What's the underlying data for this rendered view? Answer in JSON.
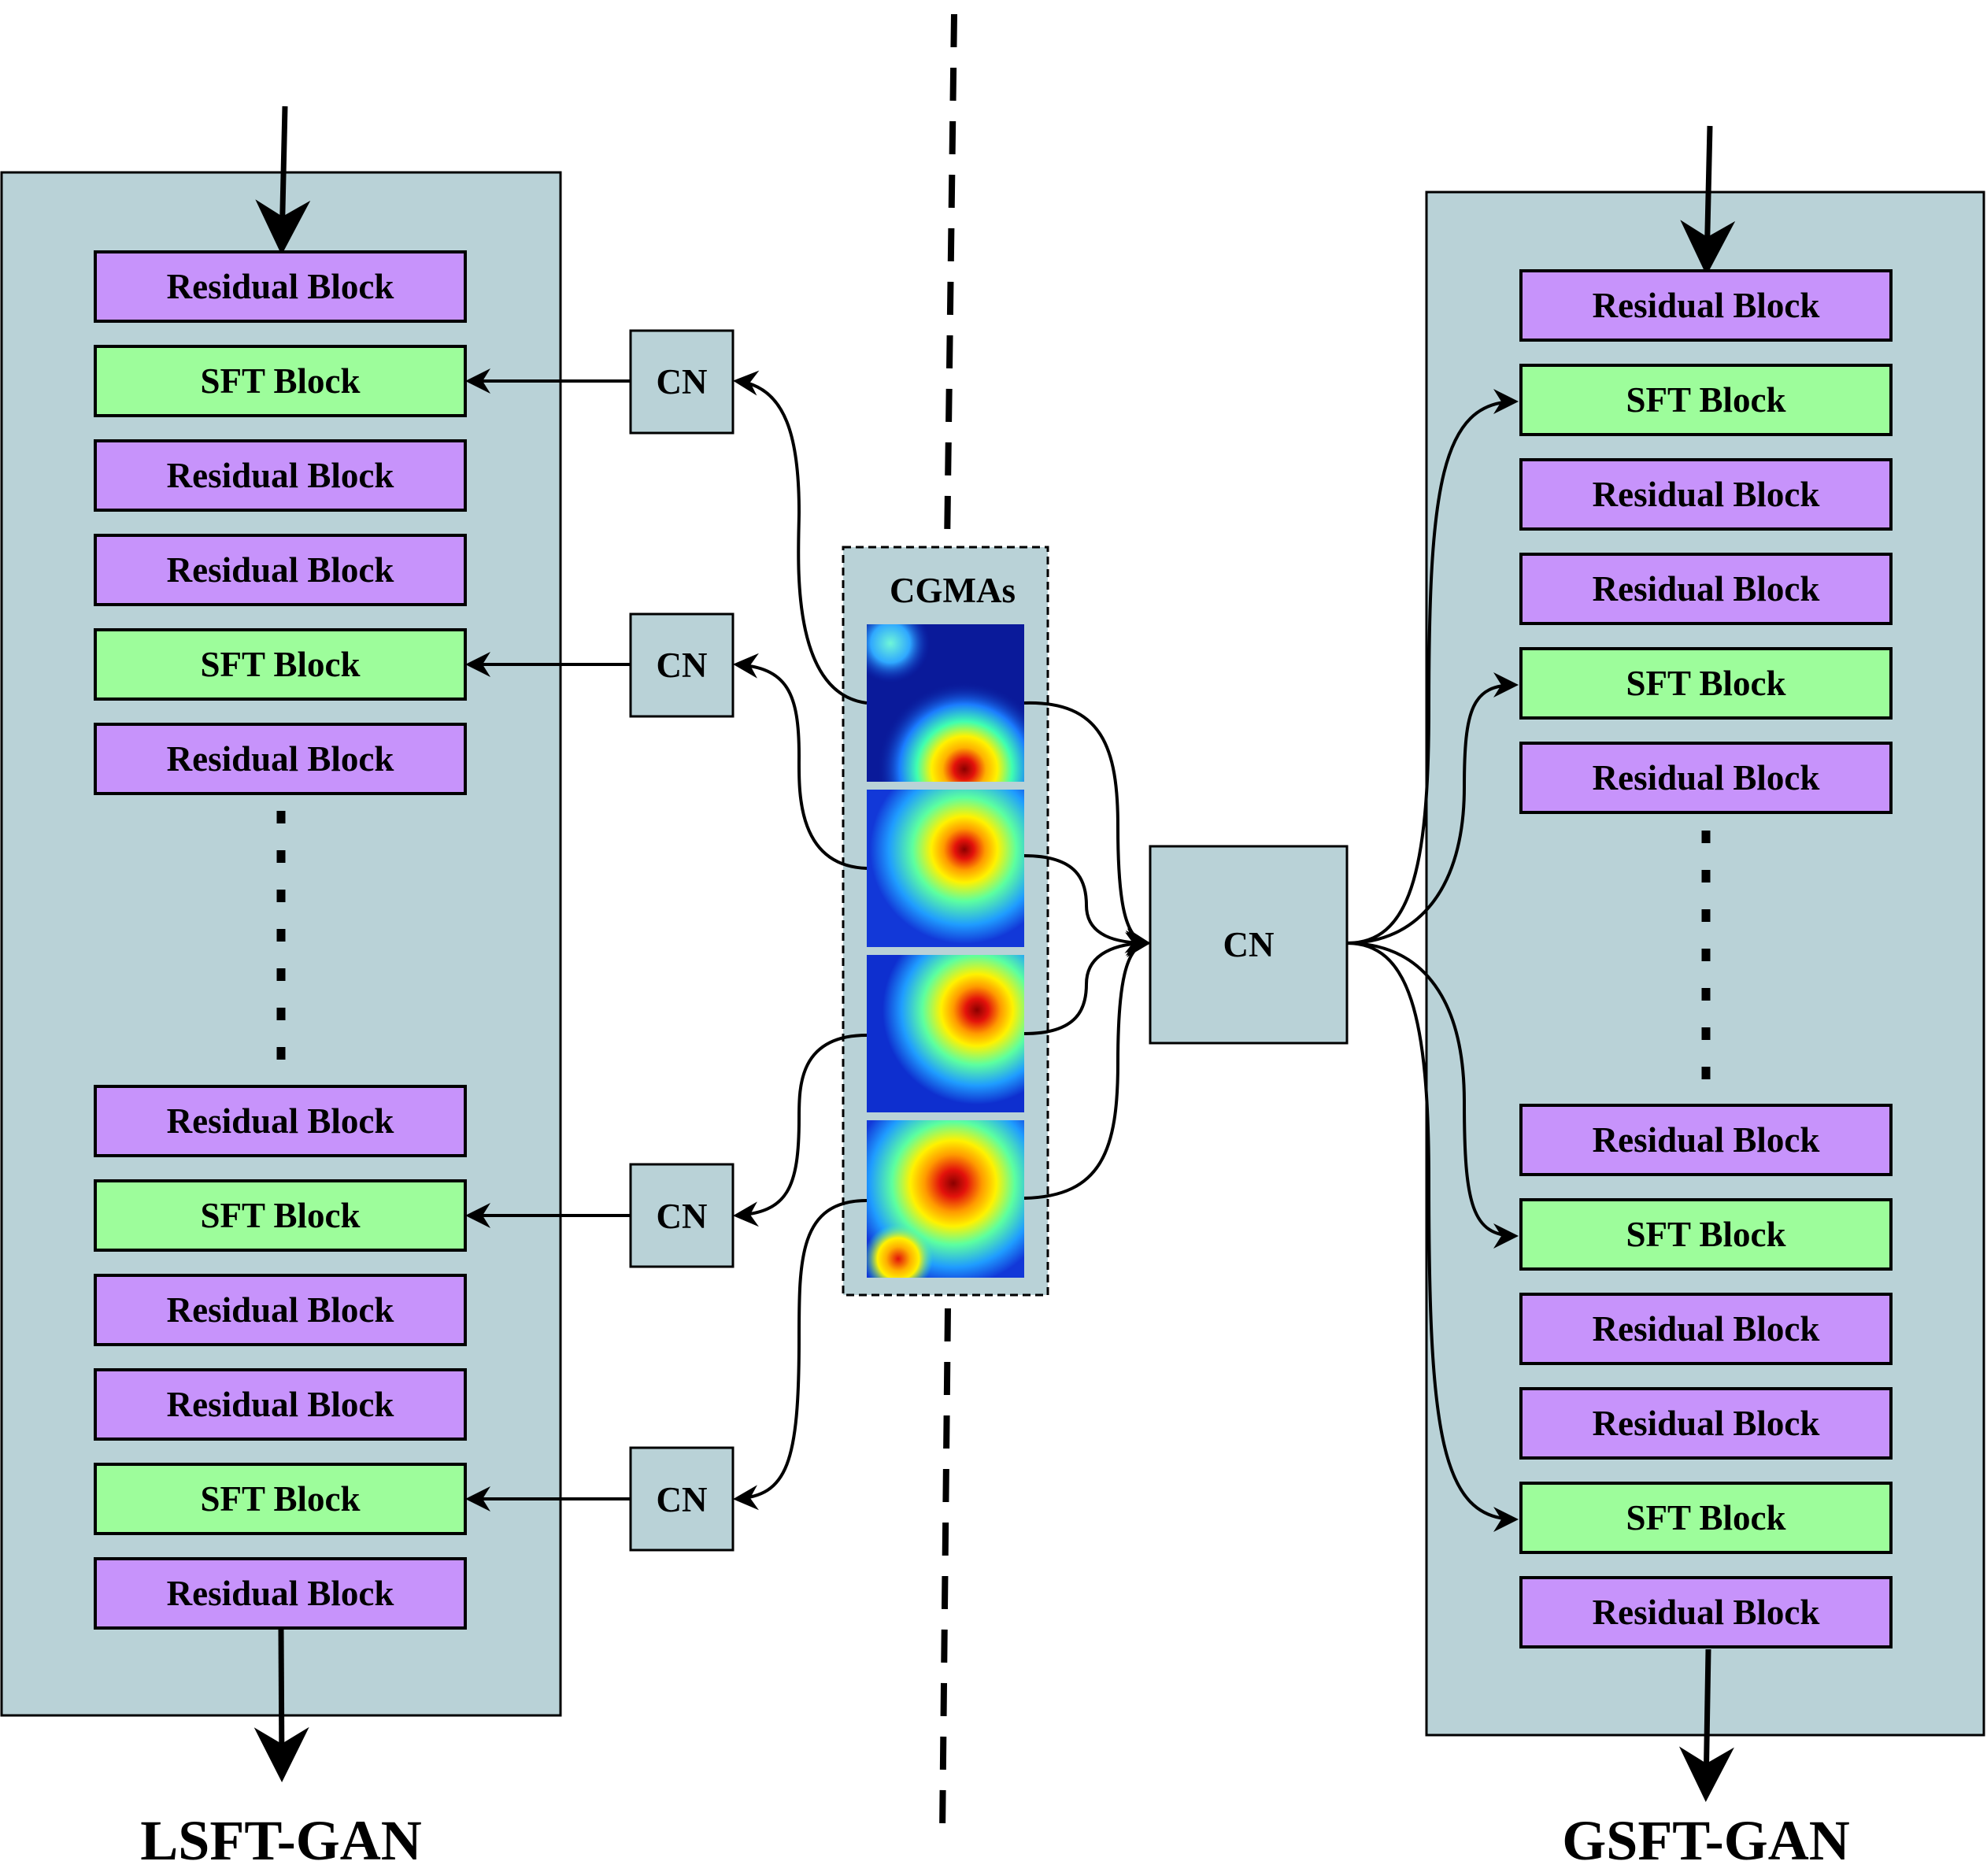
{
  "lsft": {
    "title": "LSFT-GAN",
    "top_blocks": [
      {
        "label": "Residual Block",
        "kind": "residual"
      },
      {
        "label": "SFT Block",
        "kind": "sft"
      },
      {
        "label": "Residual Block",
        "kind": "residual"
      },
      {
        "label": "Residual Block",
        "kind": "residual"
      },
      {
        "label": "SFT Block",
        "kind": "sft"
      },
      {
        "label": "Residual Block",
        "kind": "residual"
      }
    ],
    "bottom_blocks": [
      {
        "label": "Residual Block",
        "kind": "residual"
      },
      {
        "label": "SFT Block",
        "kind": "sft"
      },
      {
        "label": "Residual Block",
        "kind": "residual"
      },
      {
        "label": "Residual Block",
        "kind": "residual"
      },
      {
        "label": "SFT Block",
        "kind": "sft"
      },
      {
        "label": "Residual Block",
        "kind": "residual"
      }
    ],
    "cn_label": "CN"
  },
  "gsft": {
    "title": "GSFT-GAN",
    "top_blocks": [
      {
        "label": "Residual Block",
        "kind": "residual"
      },
      {
        "label": "SFT Block",
        "kind": "sft"
      },
      {
        "label": "Residual Block",
        "kind": "residual"
      },
      {
        "label": "Residual Block",
        "kind": "residual"
      },
      {
        "label": "SFT Block",
        "kind": "sft"
      },
      {
        "label": "Residual Block",
        "kind": "residual"
      }
    ],
    "bottom_blocks": [
      {
        "label": "Residual Block",
        "kind": "residual"
      },
      {
        "label": "SFT Block",
        "kind": "sft"
      },
      {
        "label": "Residual Block",
        "kind": "residual"
      },
      {
        "label": "Residual Block",
        "kind": "residual"
      },
      {
        "label": "SFT Block",
        "kind": "sft"
      },
      {
        "label": "Residual Block",
        "kind": "residual"
      }
    ],
    "cn_label": "CN"
  },
  "cgmas": {
    "label": "CGMAs",
    "map_count": 4
  },
  "colors": {
    "panel": "#b9d2d7",
    "residual": "#c793fb",
    "sft": "#9dfd9b",
    "stroke": "#000000"
  }
}
